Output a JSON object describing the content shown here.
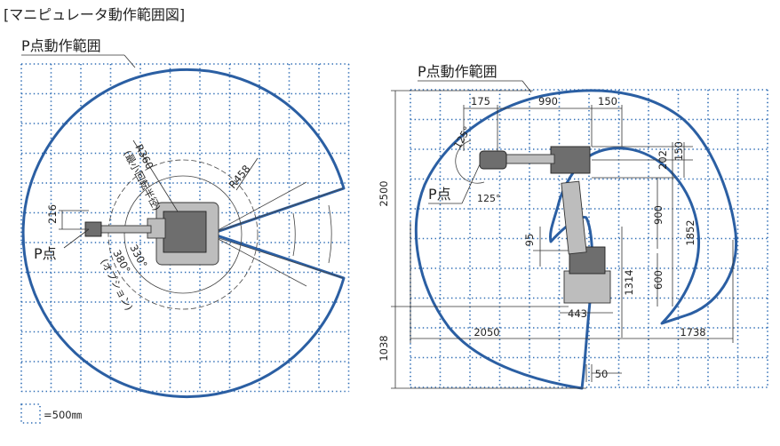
{
  "title": "[マニピュレータ動作範囲図]",
  "left_view": {
    "range_label": "P点動作範囲",
    "p_point": "P点",
    "r360": "R360",
    "r360_note": "(最小回転半径)",
    "r458": "R458",
    "d216": "216",
    "a330": "330°",
    "a380": "380°",
    "option": "(オプション)"
  },
  "right_view": {
    "range_label": "P点動作範囲",
    "p_point": "P点",
    "d175": "175",
    "d990": "990",
    "d150_top": "150",
    "a125_top": "125°",
    "a125_bottom": "125°",
    "d202": "202",
    "d150_side": "150",
    "d2500": "2500",
    "d1852": "1852",
    "d900": "900",
    "d95": "95",
    "d600": "600",
    "d1314": "1314",
    "d443": "443",
    "d1038": "1038",
    "d2050": "2050",
    "d1738": "1738",
    "d50": "50"
  },
  "legend": {
    "scale": "=500㎜"
  },
  "colors": {
    "envelope": "#2b5fa3",
    "grid": "#2f6db5"
  }
}
